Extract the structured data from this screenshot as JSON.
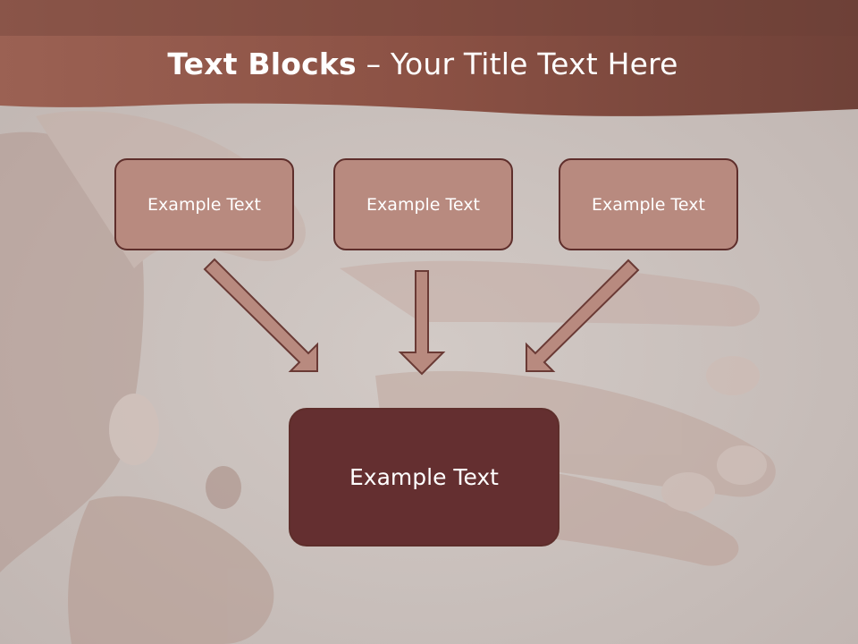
{
  "slide": {
    "title_bold": "Text Blocks",
    "title_sep": " – ",
    "title_rest": "Your Title Text Here"
  },
  "blocks": [
    {
      "label": "Example Text"
    },
    {
      "label": "Example Text"
    },
    {
      "label": "Example Text"
    }
  ],
  "main_block": {
    "label": "Example Text"
  },
  "colors": {
    "header_band": "#8c5348",
    "block_fill": "#b88a7f",
    "block_border": "#5e2e2b",
    "main_fill": "#642f30",
    "arrow_fill": "#b88a7f"
  }
}
